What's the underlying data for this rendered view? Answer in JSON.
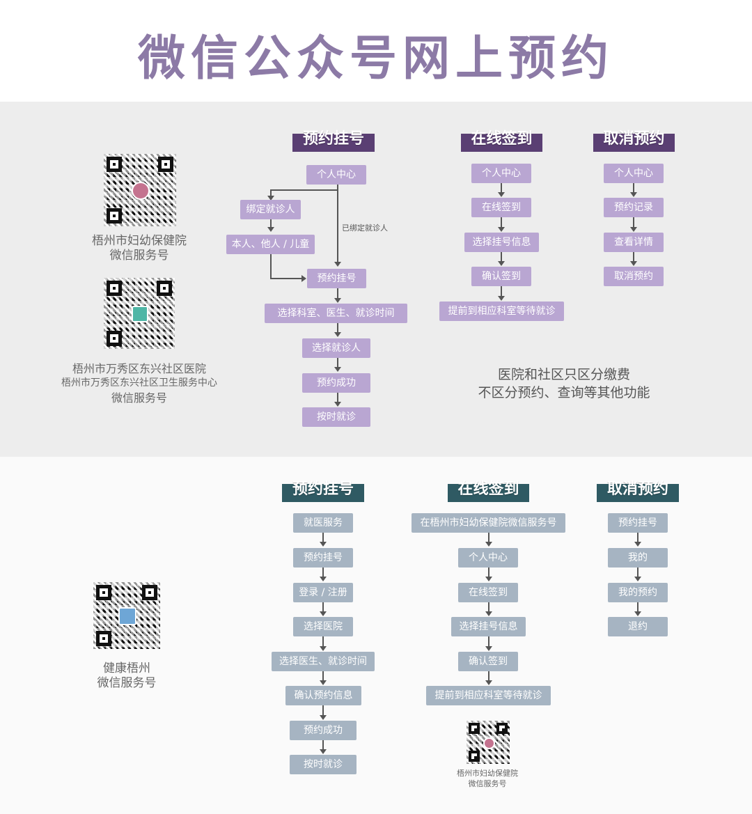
{
  "title": "微信公众号网上预约",
  "colors": {
    "title": "#8c7aa6",
    "purple_box": "#b9a6d2",
    "gray_box": "#a6b4c2",
    "purple_header": "#5a3f73",
    "teal_header": "#2f5a63"
  },
  "section1": {
    "qr1_label": [
      "梧州市妇幼保健院",
      "微信服务号"
    ],
    "qr2_label": [
      "梧州市万秀区东兴社区医院",
      "梧州市万秀区东兴社区卫生服务中心",
      "微信服务号"
    ],
    "booking": {
      "header": "预约挂号",
      "personal_center": "个人中心",
      "bind_patient": "绑定就诊人",
      "who": "本人、他人 / 儿童",
      "already_bound": "已绑定就诊人",
      "steps": [
        "预约挂号",
        "选择科室、医生、就诊时间",
        "选择就诊人",
        "预约成功",
        "按时就诊"
      ]
    },
    "checkin": {
      "header": "在线签到",
      "steps": [
        "个人中心",
        "在线签到",
        "选择挂号信息",
        "确认签到",
        "提前到相应科室等待就诊"
      ]
    },
    "cancel": {
      "header": "取消预约",
      "steps": [
        "个人中心",
        "预约记录",
        "查看详情",
        "取消预约"
      ]
    },
    "note": [
      "医院和社区只区分缴费",
      "不区分预约、查询等其他功能"
    ]
  },
  "section2": {
    "qr_label": [
      "健康梧州",
      "微信服务号"
    ],
    "booking": {
      "header": "预约挂号",
      "steps": [
        "就医服务",
        "预约挂号",
        "登录 / 注册",
        "选择医院",
        "选择医生、就诊时间",
        "确认预约信息",
        "预约成功",
        "按时就诊"
      ]
    },
    "checkin": {
      "header": "在线签到",
      "steps": [
        "在梧州市妇幼保健院微信服务号",
        "个人中心",
        "在线签到",
        "选择挂号信息",
        "确认签到",
        "提前到相应科室等待就诊"
      ]
    },
    "cancel": {
      "header": "取消预约",
      "steps": [
        "预约挂号",
        "我的",
        "我的预约",
        "退约"
      ]
    },
    "qr_small_label": [
      "梧州市妇幼保健院",
      "微信服务号"
    ]
  }
}
